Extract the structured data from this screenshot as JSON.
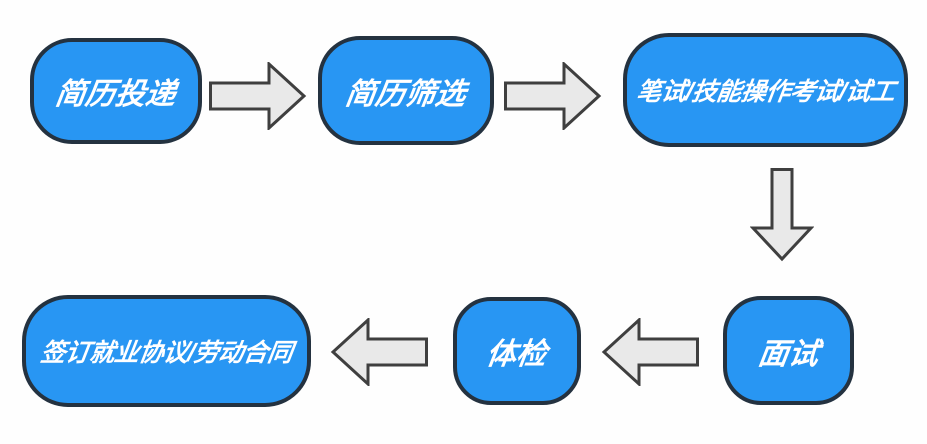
{
  "diagram": {
    "type": "flowchart",
    "topic": "recruitment-process",
    "colors": {
      "node_fill": "#2896f3",
      "node_border": "#243240",
      "node_text": "#ffffff",
      "arrow_fill": "#e9e9e9",
      "arrow_border": "#3f3f3f",
      "background": "#fefefe"
    },
    "nodes": [
      {
        "id": "resume-submission",
        "label": "简历投递"
      },
      {
        "id": "resume-screening",
        "label": "简历筛选"
      },
      {
        "id": "written-skill-test",
        "label": "笔试/技能操作考试/试工"
      },
      {
        "id": "interview",
        "label": "面试"
      },
      {
        "id": "physical-exam",
        "label": "体检"
      },
      {
        "id": "sign-agreement",
        "label": "签订就业协议/劳动合同"
      }
    ],
    "connections": [
      {
        "from": "简历投递",
        "to": "简历筛选",
        "direction": "right"
      },
      {
        "from": "简历筛选",
        "to": "笔试/技能操作考试/试工",
        "direction": "right"
      },
      {
        "from": "笔试/技能操作考试/试工",
        "to": "面试",
        "direction": "down"
      },
      {
        "from": "面试",
        "to": "体检",
        "direction": "left"
      },
      {
        "from": "体检",
        "to": "签订就业协议/劳动合同",
        "direction": "left"
      }
    ]
  }
}
